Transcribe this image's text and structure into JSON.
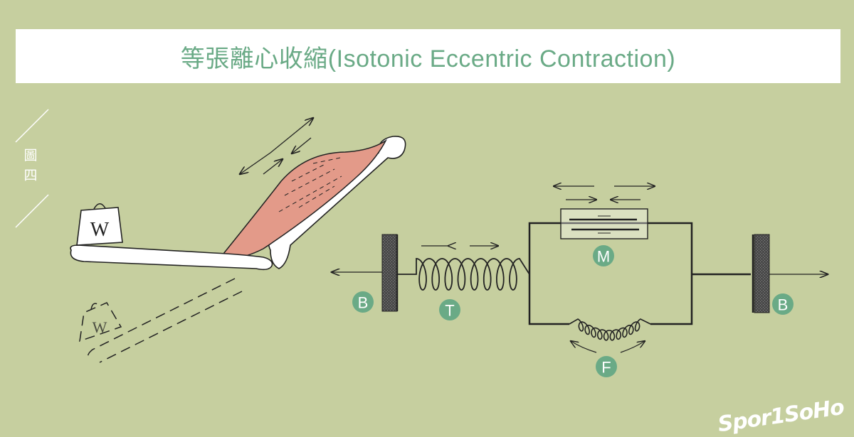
{
  "title": "等張離心收縮(Isotonic Eccentric Contraction)",
  "figure_label": [
    "圖",
    "四"
  ],
  "weight_label": "W",
  "labels": {
    "tendon": "T",
    "muscle": "M",
    "fascia": "F",
    "bone_left": "B",
    "bone_right": "B"
  },
  "logo": "Spor1SoHo",
  "colors": {
    "background": "#c6cf9f",
    "accent": "#6aaa86",
    "muscle": "#e39a89"
  }
}
